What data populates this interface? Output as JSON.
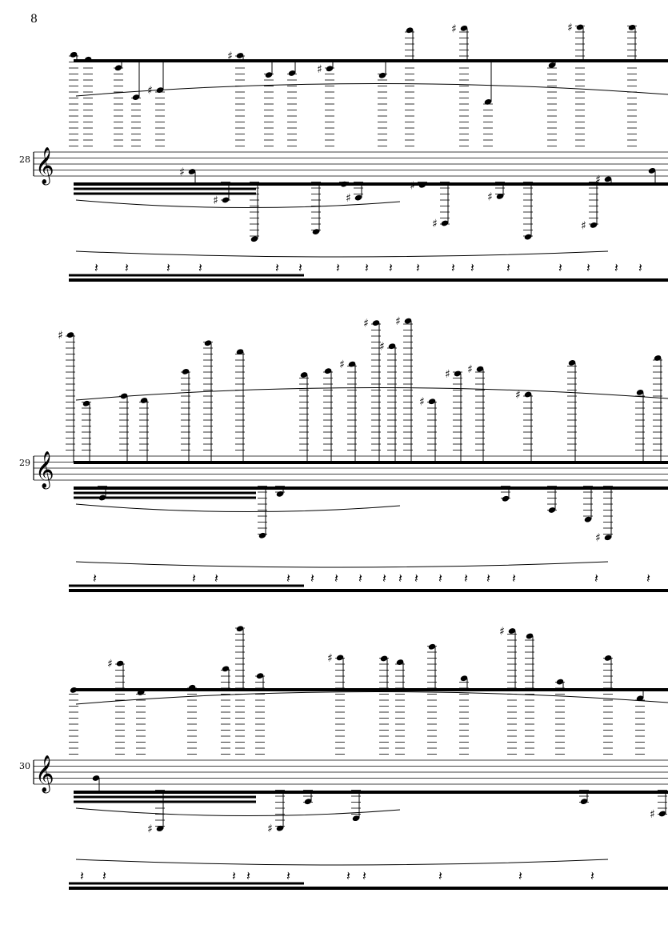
{
  "page": {
    "number": "8"
  },
  "systems": [
    {
      "measure": "28"
    },
    {
      "measure": "29"
    },
    {
      "measure": "30"
    }
  ],
  "colors": {
    "ink": "#000000",
    "paper": "#ffffff"
  }
}
